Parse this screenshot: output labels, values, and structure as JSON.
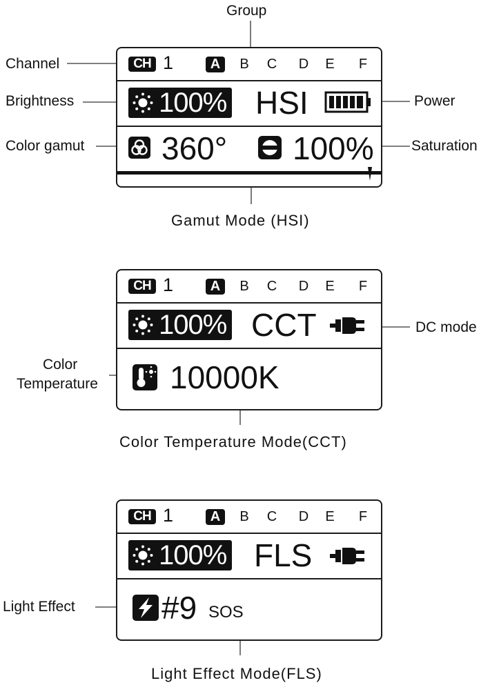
{
  "annotations": {
    "group": "Group",
    "channel": "Channel",
    "brightness": "Brightness",
    "power": "Power",
    "color_gamut": "Color gamut",
    "saturation": "Saturation",
    "dc_mode": "DC mode",
    "color_temperature_line1": "Color",
    "color_temperature_line2": "Temperature",
    "light_effect": "Light Effect"
  },
  "captions": {
    "hsi": "Gamut Mode (HSI)",
    "cct": "Color Temperature Mode(CCT)",
    "fls": "Light Effect Mode(FLS)"
  },
  "header": {
    "channel_badge": "CH",
    "channel_number": "1",
    "groups": [
      "A",
      "B",
      "C",
      "D",
      "E",
      "F"
    ],
    "selected_group": "A"
  },
  "panels": {
    "hsi": {
      "brightness": "100%",
      "mode": "HSI",
      "hue": "360°",
      "saturation": "100%",
      "power_icon": "battery-full-icon"
    },
    "cct": {
      "brightness": "100%",
      "mode": "CCT",
      "color_temperature": "10000K",
      "power_icon": "dc-plug-icon"
    },
    "fls": {
      "brightness": "100%",
      "mode": "FLS",
      "effect_number": "#9",
      "effect_name": "SOS",
      "power_icon": "dc-plug-icon"
    }
  },
  "icons": {
    "brightness": "sun-icon",
    "gamut": "color-circles-icon",
    "saturation": "half-circle-icon",
    "temperature": "thermometer-icon",
    "effect": "lightning-icon"
  }
}
